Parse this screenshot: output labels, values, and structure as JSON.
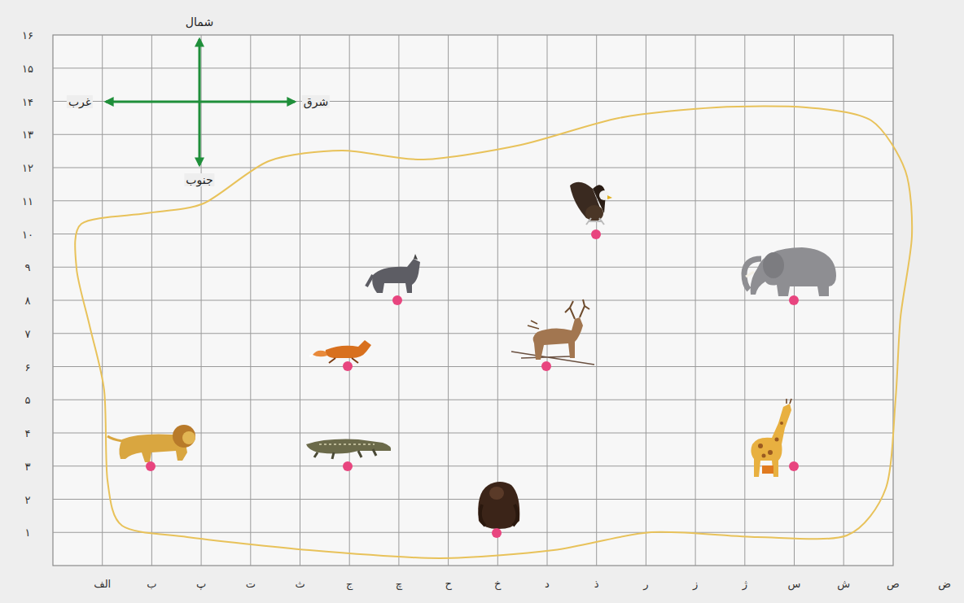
{
  "diagram": {
    "labels": [
      "شمال",
      "جنوب",
      "غرب",
      "شرق",
      "۱",
      "۲",
      "۳",
      "۴",
      "۵",
      "۶",
      "۷",
      "۸",
      "۹",
      "۱۰",
      "۱۱",
      "۱۲",
      "۱۳",
      "۱۴",
      "۱۵",
      "۱۶",
      "الف",
      "ب",
      "پ",
      "ت",
      "ث",
      "ج",
      "چ",
      "ح",
      "خ",
      "د",
      "ذ",
      "ر",
      "ز",
      "ژ",
      "س",
      "ش",
      "ص",
      "ض"
    ]
  }
}
